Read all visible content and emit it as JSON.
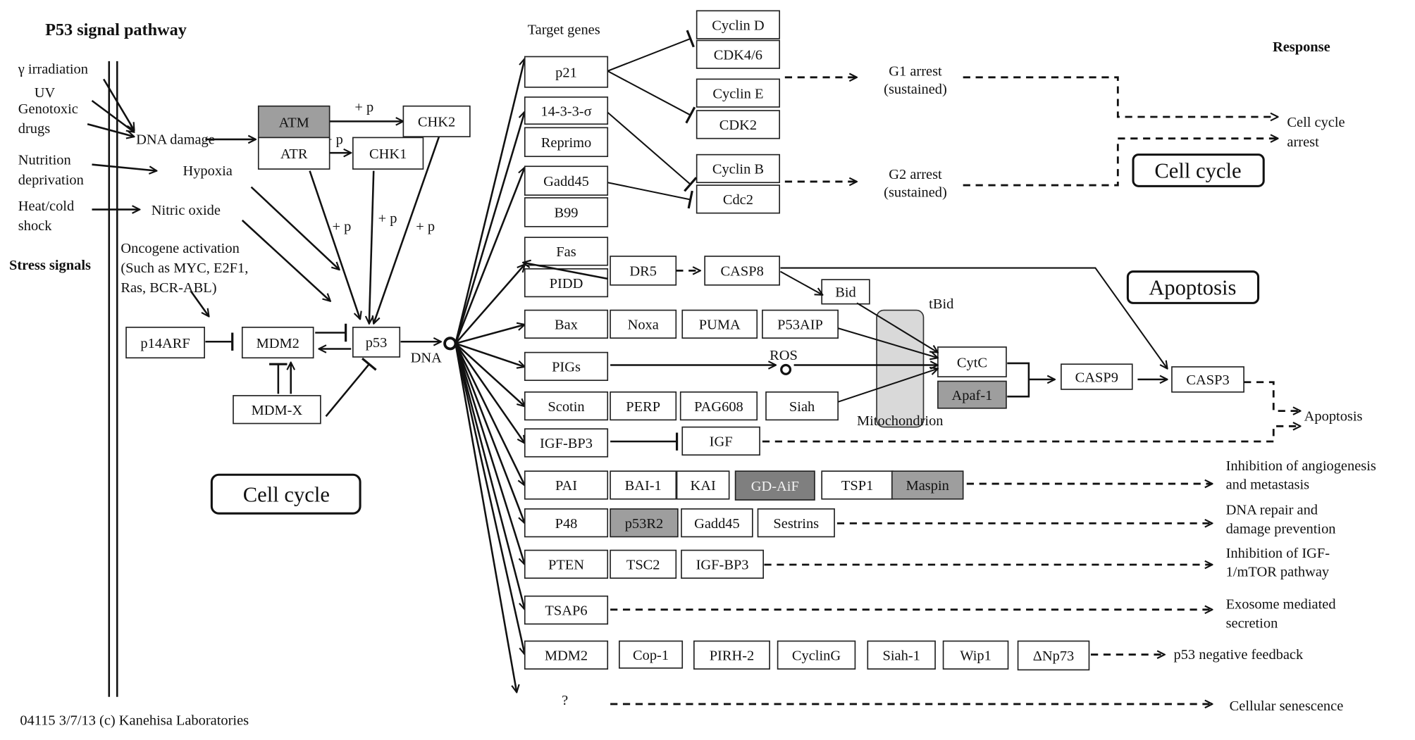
{
  "title": "P53 signal pathway",
  "footer": "04115 3/7/13 (c) Kanehisa Laboratories",
  "headers": {
    "stress_signals": "Stress signals",
    "target_genes": "Target genes",
    "response": "Response"
  },
  "stress": {
    "gamma": "γ irradiation",
    "uv": "UV",
    "genotoxic": [
      "Genotoxic",
      "drugs"
    ],
    "nutrition": [
      "Nutrition",
      "deprivation"
    ],
    "heat": [
      "Heat/cold",
      "shock"
    ],
    "dna_damage": "DNA damage",
    "hypoxia": "Hypoxia",
    "nitric": "Nitric oxide",
    "oncogene": [
      "Oncogene activation",
      "(Such as MYC, E2F1,",
      "Ras, BCR-ABL)"
    ]
  },
  "plus_p": "+ p",
  "dna": "DNA",
  "ros": "ROS",
  "tbid": "tBid",
  "mitochondrion": "Mitochondrion",
  "question": "?",
  "nodes": {
    "ATM": "ATM",
    "ATR": "ATR",
    "CHK2": "CHK2",
    "CHK1": "CHK1",
    "p14ARF": "p14ARF",
    "MDM2": "MDM2",
    "p53": "p53",
    "MDMX": "MDM-X",
    "p21": "p21",
    "s1433": "14-3-3-σ",
    "Reprimo": "Reprimo",
    "Gadd45a": "Gadd45",
    "B99": "B99",
    "CyclinD": "Cyclin D",
    "CDK46": "CDK4/6",
    "CyclinE": "Cyclin E",
    "CDK2": "CDK2",
    "CyclinB": "Cyclin B",
    "Cdc2": "Cdc2",
    "Fas": "Fas",
    "PIDD": "PIDD",
    "DR5": "DR5",
    "CASP8": "CASP8",
    "Bid": "Bid",
    "Bax": "Bax",
    "Noxa": "Noxa",
    "PUMA": "PUMA",
    "P53AIP": "P53AIP",
    "PIGs": "PIGs",
    "Scotin": "Scotin",
    "PERP": "PERP",
    "PAG608": "PAG608",
    "Siah": "Siah",
    "CytC": "CytC",
    "Apaf1": "Apaf-1",
    "CASP9": "CASP9",
    "CASP3": "CASP3",
    "IGFBP3a": "IGF-BP3",
    "IGF": "IGF",
    "PAI": "PAI",
    "BAI1": "BAI-1",
    "KAI": "KAI",
    "GDAiF": "GD-AiF",
    "TSP1": "TSP1",
    "Maspin": "Maspin",
    "P48": "P48",
    "p53R2": "p53R2",
    "Gadd45b": "Gadd45",
    "Sestrins": "Sestrins",
    "PTEN": "PTEN",
    "TSC2": "TSC2",
    "IGFBP3b": "IGF-BP3",
    "TSAP6": "TSAP6",
    "MDM2b": "MDM2",
    "Cop1": "Cop-1",
    "PIRH2": "PIRH-2",
    "CyclinG": "CyclinG",
    "Siah1": "Siah-1",
    "Wip1": "Wip1",
    "dNp73": "ΔNp73"
  },
  "intermediate": {
    "g1": [
      "G1 arrest",
      "(sustained)"
    ],
    "g2": [
      "G2 arrest",
      "(sustained)"
    ]
  },
  "responses": {
    "cell_cycle_arrest": [
      "Cell cycle",
      "arrest"
    ],
    "apoptosis": "Apoptosis",
    "angiogenesis": [
      "Inhibition of  angiogenesis",
      "and metastasis"
    ],
    "dna_repair": [
      "DNA repair and",
      "damage prevention"
    ],
    "igf": [
      "Inhibition of IGF-",
      "1/mTOR pathway"
    ],
    "exosome": [
      "Exosome mediated",
      "secretion"
    ],
    "feedback": "p53 negative feedback",
    "senescence": "Cellular senescence"
  },
  "sections": {
    "cell_cycle_left": "Cell cycle",
    "cell_cycle_right": "Cell cycle",
    "apoptosis": "Apoptosis"
  },
  "colors": {
    "highlight_gray": "#9e9e9e",
    "highlight_dark": "#7f7f7f",
    "mitochondrion": "#d9d9d9"
  }
}
